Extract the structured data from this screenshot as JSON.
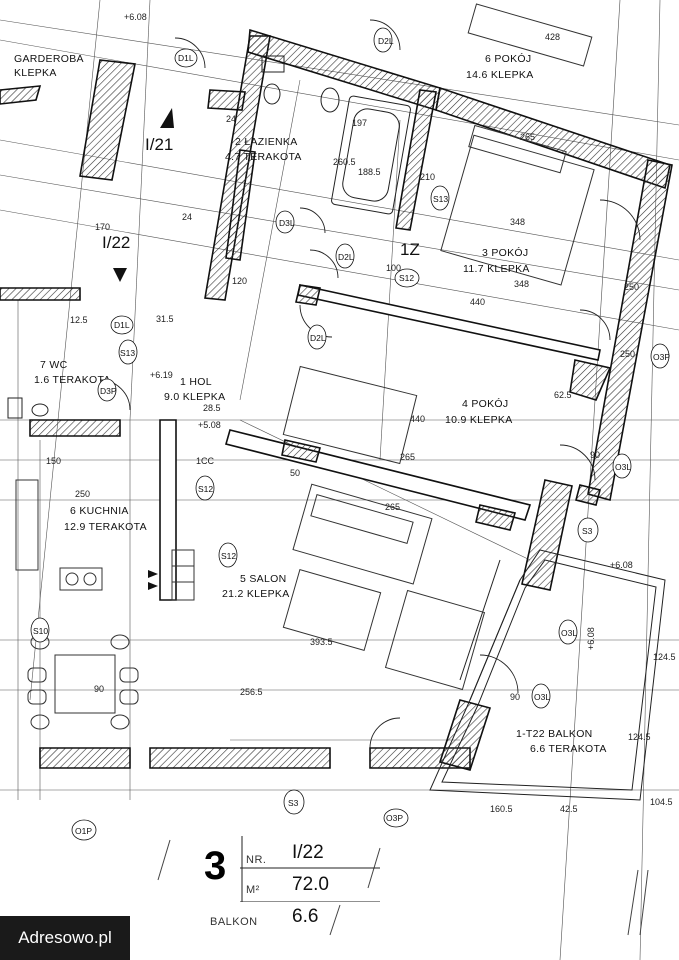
{
  "plan": {
    "section_left": "I/21",
    "section_mid": "I/22",
    "axis_tag": "1Z",
    "rooms": [
      {
        "id": "garderoba",
        "name": "GARDEROBA",
        "floor": "KLEPKA"
      },
      {
        "id": "pokoj6",
        "name": "6 POKÓJ",
        "floor": "14.6 KLEPKA"
      },
      {
        "id": "lazienka",
        "name": "2 ŁAZIENKA",
        "floor": "4.7 TERAKOTA"
      },
      {
        "id": "pokoj3",
        "name": "3 POKÓJ",
        "floor": "11.7 KLEPKA"
      },
      {
        "id": "wc",
        "name": "7 WC",
        "floor": "1.6 TERAKOTA"
      },
      {
        "id": "hol",
        "name": "1 HOL",
        "floor": "9.0 KLEPKA"
      },
      {
        "id": "pokoj4",
        "name": "4 POKÓJ",
        "floor": "10.9 KLEPKA"
      },
      {
        "id": "kuchnia",
        "name": "6 KUCHNIA",
        "floor": "12.9 TERAKOTA"
      },
      {
        "id": "salon",
        "name": "5 SALON",
        "floor": "21.2 KLEPKA"
      },
      {
        "id": "balkon",
        "name": "1-T22 BALKON",
        "floor": "6.6 TERAKOTA"
      }
    ],
    "tags": [
      "D1L",
      "D2L",
      "D3L",
      "D3P",
      "D1L",
      "S13",
      "S13",
      "S12",
      "S12",
      "S12",
      "S10",
      "S3",
      "S3",
      "O3L",
      "O3P",
      "O3L",
      "O3L",
      "O3P",
      "O1P",
      "D2L",
      "D2L"
    ],
    "dimensions": [
      "428",
      "265",
      "348",
      "348",
      "440",
      "440",
      "265",
      "265",
      "250",
      "250",
      "393.5",
      "256.5",
      "250",
      "150",
      "160.5",
      "42.5",
      "124.5",
      "124.5",
      "104.5",
      "90",
      "90",
      "90",
      "50",
      "120",
      "170",
      "197",
      "188.5",
      "260.5",
      "210",
      "24",
      "24",
      "12.5",
      "31.5",
      "62.5",
      "100",
      "1CC",
      "28.5"
    ],
    "levels": [
      "+6.08",
      "+6.19",
      "+5.08",
      "+6.08",
      "+6.08"
    ]
  },
  "summary": {
    "number": "3",
    "nr_label": "NR.",
    "nr_value": "I/22",
    "area_label": "M²",
    "area_value": "72.0",
    "balcony_label": "BALKON",
    "balcony_value": "6.6"
  },
  "watermark": "Adresowo.pl"
}
